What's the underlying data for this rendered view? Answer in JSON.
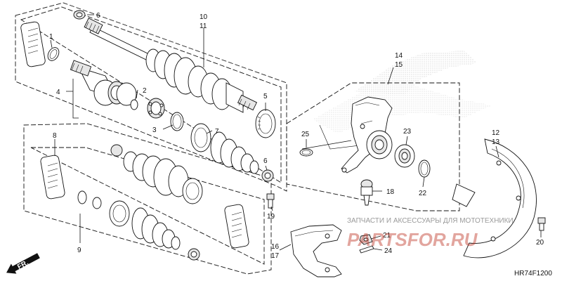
{
  "labels": {
    "p1": "1",
    "p2": "2",
    "p3": "3",
    "p4": "4",
    "p5": "5",
    "p6a": "6",
    "p6b": "6",
    "p7": "7",
    "p8": "8",
    "p9": "9",
    "p10": "10",
    "p11": "11",
    "p12": "12",
    "p13": "13",
    "p14": "14",
    "p15": "15",
    "p16": "16",
    "p17": "17",
    "p18": "18",
    "p19": "19",
    "p20": "20",
    "p21": "21",
    "p22": "22",
    "p23": "23",
    "p24": "24",
    "p25": "25"
  },
  "direction_marker": "FR.",
  "diagram_code": "HR74F1200",
  "watermark": {
    "caption": "ЗАПЧАСТИ И АКСЕССУАРЫ ДЛЯ МОТОТЕХНИКИ",
    "logo": "PARTSFOR.RU"
  }
}
